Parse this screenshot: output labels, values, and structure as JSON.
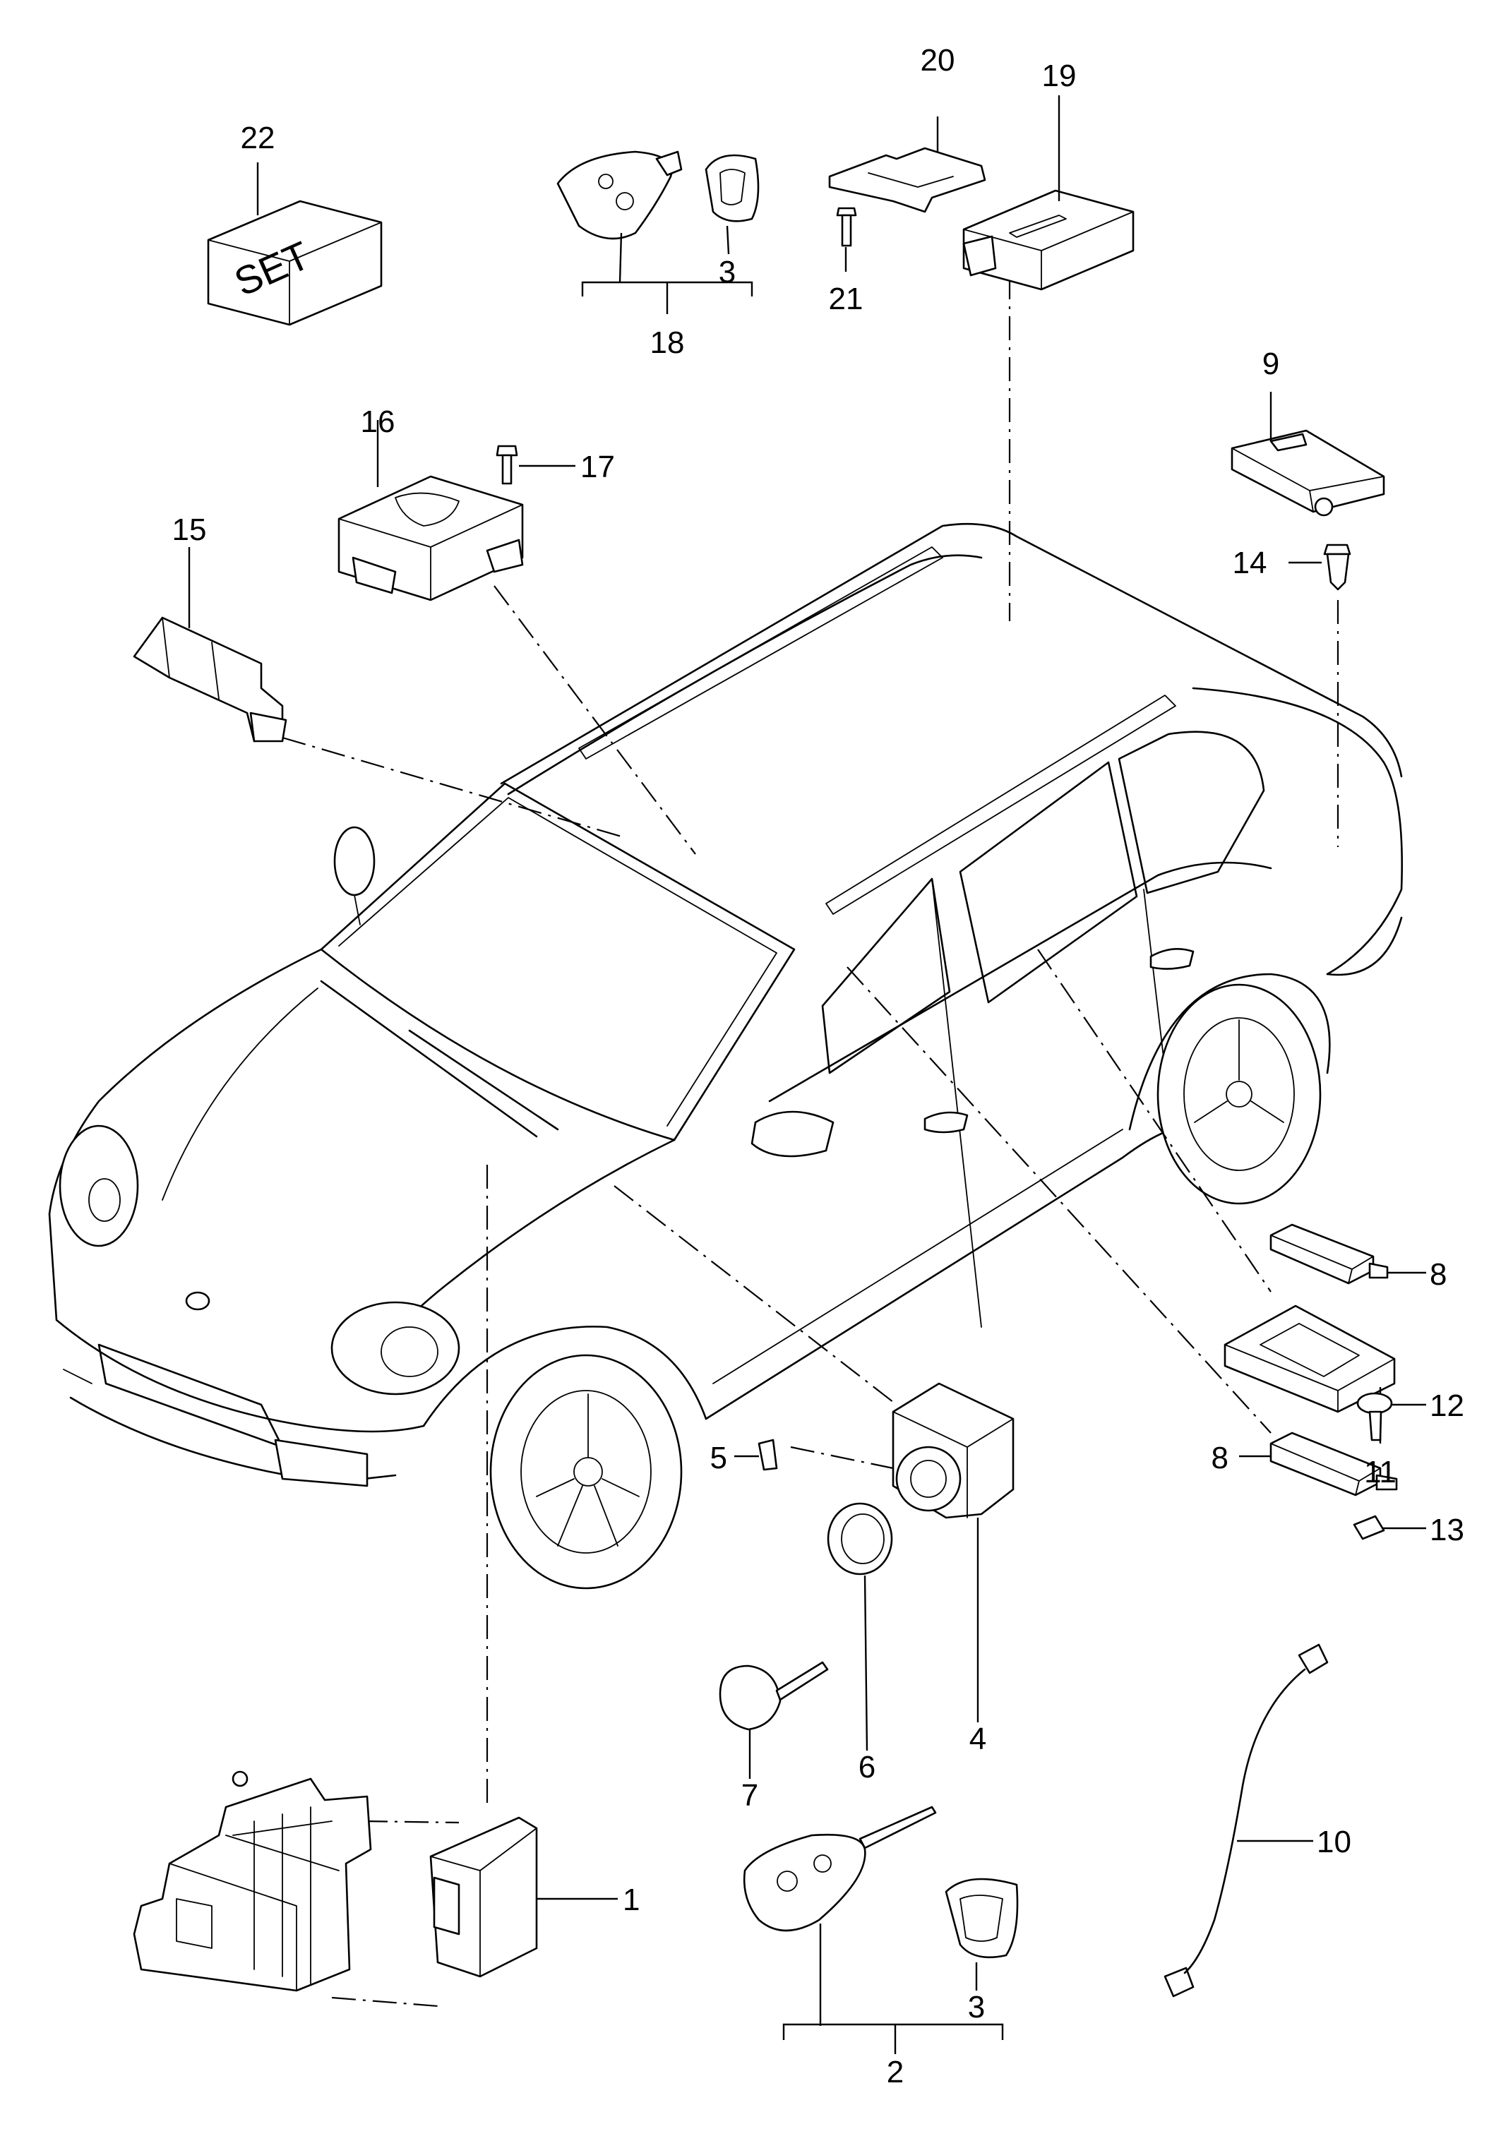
{
  "diagram": {
    "kit_label": "SET",
    "callouts": {
      "c1": "1",
      "c2": "2",
      "c3a": "3",
      "c3b": "3",
      "c4": "4",
      "c5": "5",
      "c6": "6",
      "c7": "7",
      "c8a": "8",
      "c8b": "8",
      "c9": "9",
      "c10": "10",
      "c11": "11",
      "c12": "12",
      "c13": "13",
      "c14": "14",
      "c15": "15",
      "c16": "16",
      "c17": "17",
      "c18": "18",
      "c19": "19",
      "c20": "20",
      "c21": "21",
      "c22": "22"
    }
  }
}
